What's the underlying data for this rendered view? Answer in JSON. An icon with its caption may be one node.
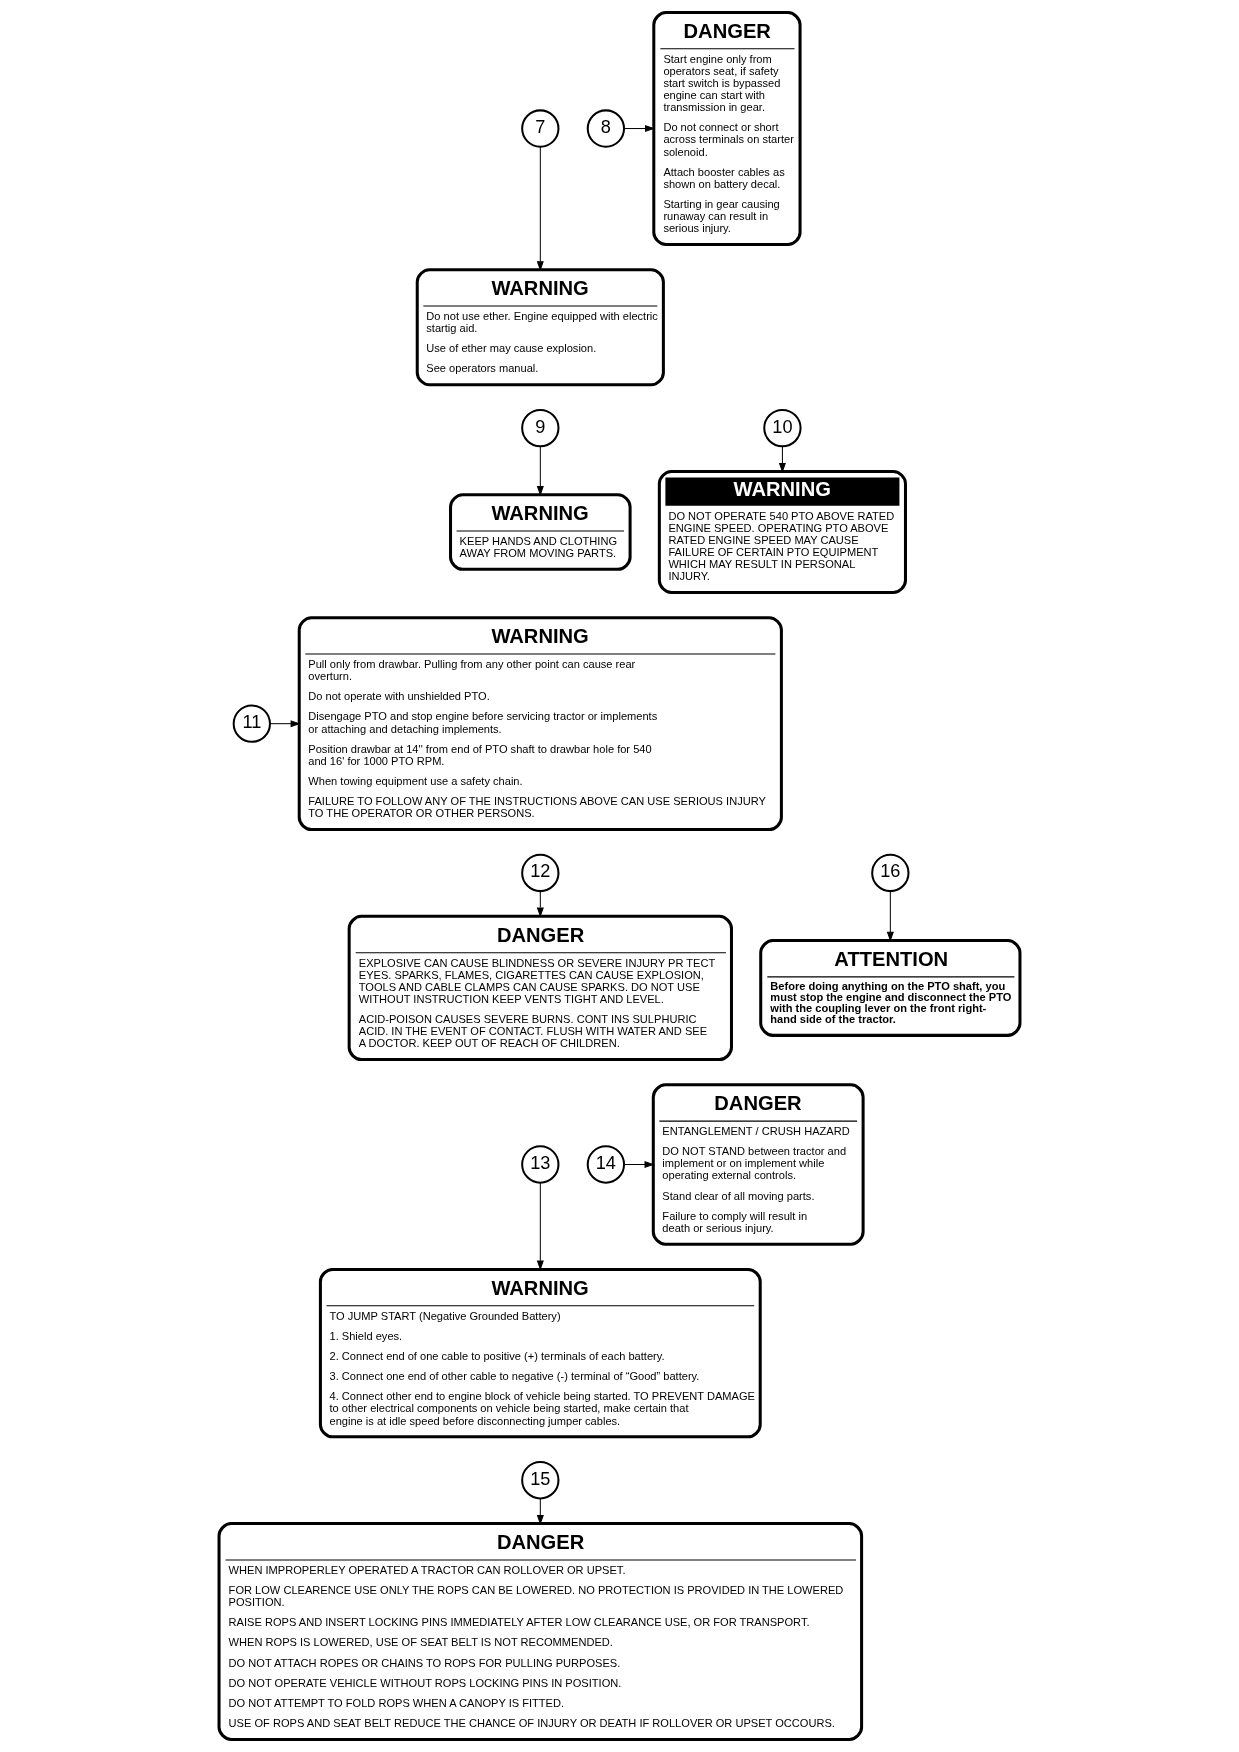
{
  "diagram": {
    "nodes": [
      {
        "text": [
          "7"
        ]
      },
      {
        "text": [
          "8"
        ]
      },
      {
        "text": [
          "WARNING",
          "Do not use ether. Engine equipped with electric startig aid.",
          "Use of ether may cause explosion.",
          "See operators manual."
        ]
      },
      {
        "text": [
          "DANGER",
          "Start engine only from operators seat, if safety start switch is bypassed engine can start with transmission in gear.",
          "Do not connect or short across terminals on starter solenoid.",
          "Attach booster cables as shown on battery decal.",
          "Starting in gear causing runaway can result in serious injury."
        ]
      },
      {
        "text": [
          "9"
        ]
      },
      {
        "text": [
          "WARNING",
          "KEEP HANDS AND CLOTHING AWAY FROM MOVING PARTS."
        ]
      },
      {
        "text": [
          "10"
        ]
      },
      {
        "text": [
          "WARNING",
          "DO NOT OPERATE 540 PTO ABOVE RATED ENGINE SPEED. OPERATING PTO ABOVE RATED ENGINE SPEED MAY CAUSE FAILURE OF CERTAIN PTO EQUIPMENT WHICH MAY RESULT IN PERSONAL INJURY."
        ]
      },
      {
        "text": [
          "WARNING",
          "Pull only from drawbar. Pulling from any other point can cause rear overturn.",
          "Do not operate with unshielded PTO.",
          "Disengage PTO and stop engine before servicing tractor or implements or attaching and detaching implements.",
          "Position drawbar at 14'' from end of PTO shaft to drawbar hole for 540 and 16' for 1000 PTO RPM.",
          "When towing equipment use a safety chain.",
          "FAILURE TO FOLLOW ANY OF THE INSTRUCTIONS ABOVE CAN USE SERIOUS INJURY TO THE OPERATOR OR OTHER PERSONS."
        ]
      },
      {
        "text": [
          "11"
        ]
      },
      {
        "text": [
          "12"
        ]
      },
      {
        "text": [
          "16"
        ]
      },
      {
        "text": [
          "DANGER",
          "EXPLOSIVE CAN CAUSE BLINDNESS OR SEVERE INJURY PR TECT EYES. SPARKS, FLAMES, CIGARETTES CAN CAUSE EXPLOSION, TOOLS AND CABLE CLAMPS CAN CAUSE SPARKS. DO NOT USE WITHOUT INSTRUCTION KEEP VENTS TIGHT AND LEVEL.",
          "ACID-POISON CAUSES SEVERE BURNS. CONT INS SULPHURIC ACID. IN THE EVENT OF CONTACT. FLUSH WITH WATER AND SEE A DOCTOR. KEEP OUT OF REACH OF CHILDREN."
        ]
      },
      {
        "text": [
          "ATTENTION",
          "Before doing anything on the PTO shaft, you must stop the engine and disconnect the PTO with the coupling lever on the front right-hand side of the tractor."
        ]
      },
      {
        "text": [
          "13"
        ]
      },
      {
        "text": [
          "14"
        ]
      },
      {
        "text": [
          "DANGER",
          "ENTANGLEMENT / CRUSH HAZARD",
          "DO NOT STAND between tractor and implement or on implement while operating external controls.",
          "Stand clear of all moving parts.",
          "Failure to comply will result in death or serious injury."
        ]
      },
      {
        "text": [
          "WARNING",
          "TO JUMP START (Negative Grounded Battery)",
          "1. Shield eyes.",
          "2. Connect end of one cable to positive (+) terminals of each battery.",
          "3. Connect one end of other cable to negative (-) terminal of “Good” battery.",
          "4. Connect other end to engine block of vehicle being started. TO PREVENT DAMAGE to other electrical components on vehicle being started, make certain that engine is at idle speed before disconnecting jumper cables."
        ]
      },
      {
        "text": [
          "15"
        ]
      },
      {
        "text": [
          "DANGER",
          "WHEN IMPROPERLEY OPERATED A TRACTOR CAN ROLLOVER OR UPSET.",
          "FOR LOW CLEARENCE USE ONLY THE ROPS CAN BE LOWERED. NO PROTECTION IS PROVIDED IN THE LOWERED POSITION.",
          "RAISE ROPS AND INSERT LOCKING PINS IMMEDIATELY AFTER LOW CLEARANCE USE, OR FOR TRANSPORT.",
          "WHEN ROPS IS LOWERED, USE OF SEAT BELT IS NOT RECOMMENDED.",
          "DO NOT ATTACH ROPES OR CHAINS TO ROPS FOR PULLING PURPOSES.",
          "DO NOT OPERATE VEHICLE WITHOUT ROPS LOCKING PINS IN POSITION.",
          "DO NOT ATTEMPT TO FOLD ROPS WHEN A CANOPY IS FITTED.",
          "USE OF ROPS AND SEAT BELT REDUCE THE CHANCE OF INJURY OR DEATH IF ROLLOVER OR UPSET OCCOURS."
        ]
      }
    ],
    "edges": [
      {
        "from": 0,
        "to": 2,
        "arrow": "to"
      },
      {
        "from": 1,
        "to": 3,
        "arrow": "to"
      },
      {
        "from": 4,
        "to": 5,
        "arrow": "to"
      },
      {
        "from": 6,
        "to": 7,
        "arrow": "to"
      },
      {
        "from": 9,
        "to": 8,
        "arrow": "to"
      },
      {
        "from": 10,
        "to": 12,
        "arrow": "to"
      },
      {
        "from": 11,
        "to": 13,
        "arrow": "to"
      },
      {
        "from": 14,
        "to": 17,
        "arrow": "to"
      },
      {
        "from": 15,
        "to": 16,
        "arrow": "to"
      },
      {
        "from": 18,
        "to": 19,
        "arrow": "to"
      }
    ]
  }
}
